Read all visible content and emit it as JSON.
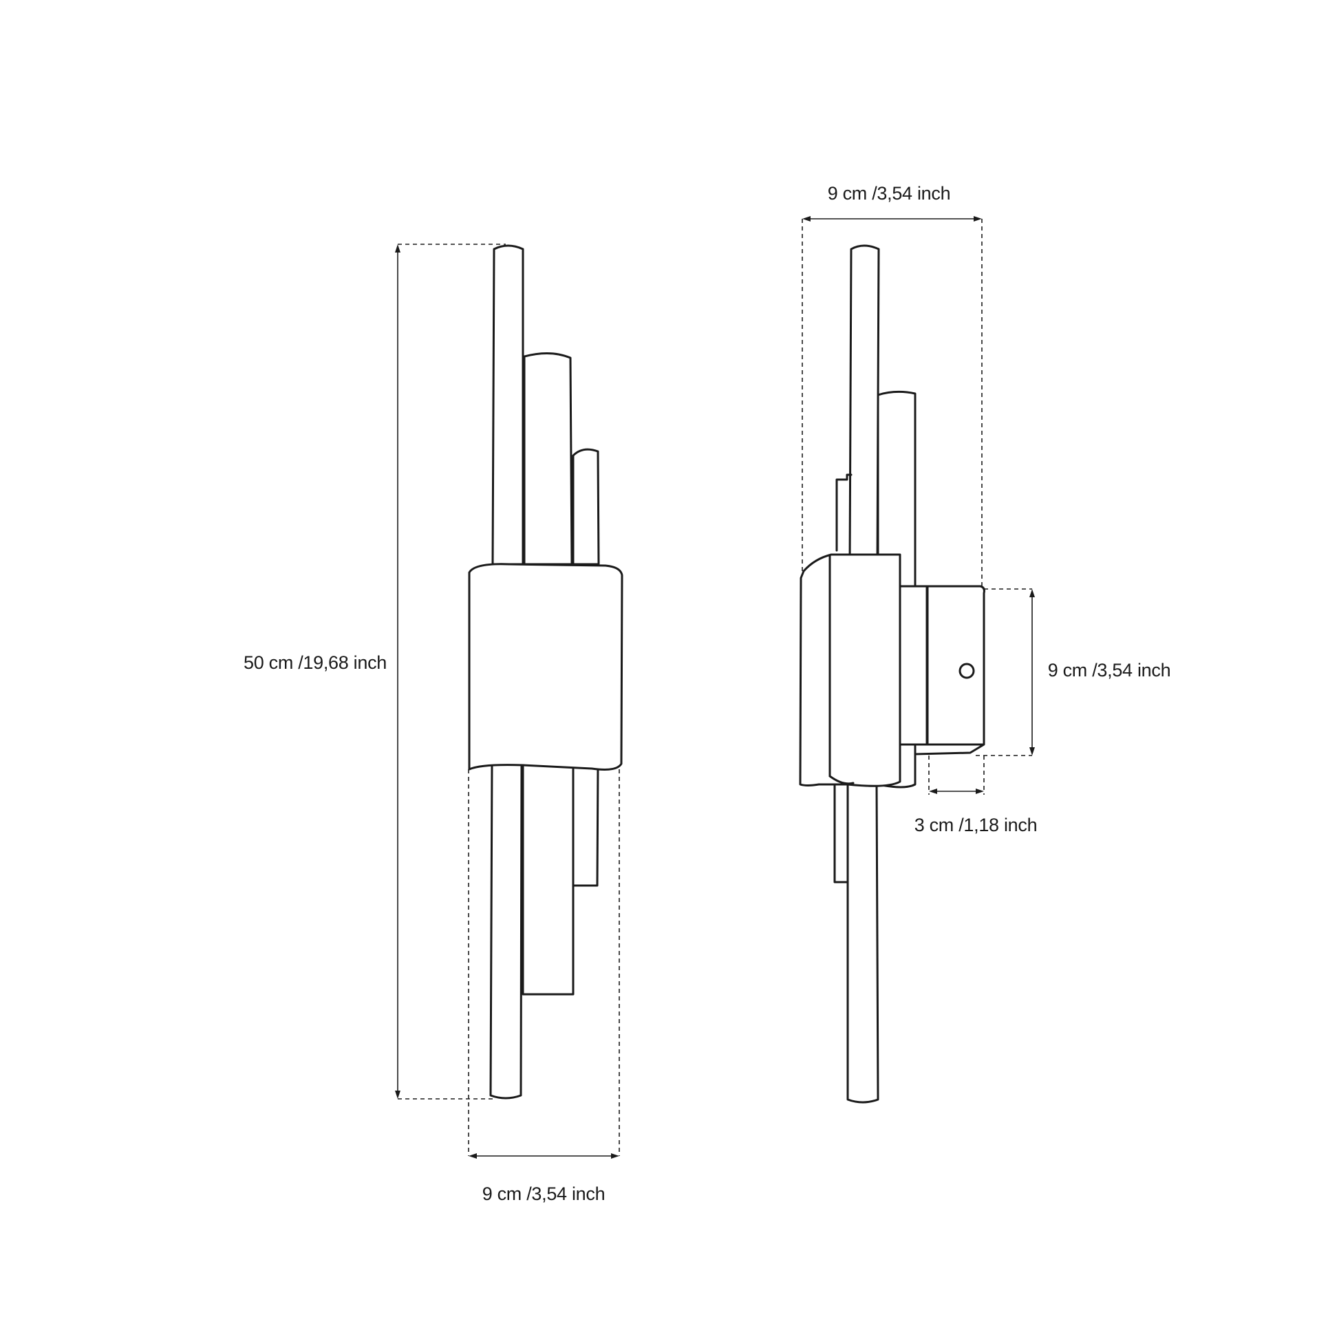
{
  "front_view": {
    "height_label": "50 cm /19,68 inch",
    "width_label": "9 cm /3,54 inch"
  },
  "side_view": {
    "width_label": "9 cm /3,54 inch",
    "base_height_label": "9 cm /3,54 inch",
    "depth_label": "3 cm /1,18 inch"
  },
  "colors": {
    "line": "#1a1a1a",
    "background": "#ffffff"
  }
}
